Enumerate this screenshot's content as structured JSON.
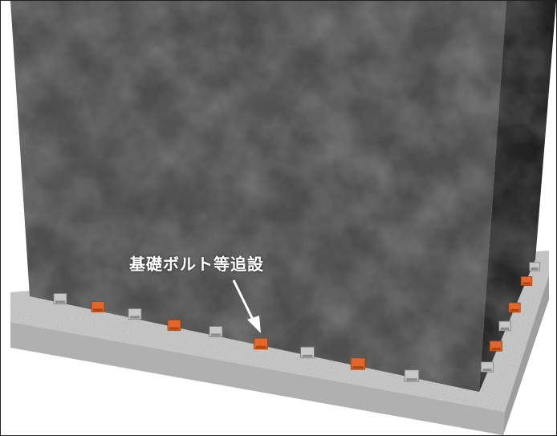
{
  "annotation": {
    "label": "基礎ボルト等追設"
  },
  "colors": {
    "background": "#ffffff",
    "wall": "#4b4b4b",
    "foundation": "#b9b9b9",
    "added_bolt": "#e3672a",
    "existing_bolt": "#c8c8c8",
    "label_text": "#ffffff"
  },
  "bolts": [
    {
      "type": "existing"
    },
    {
      "type": "added"
    },
    {
      "type": "existing"
    },
    {
      "type": "added"
    },
    {
      "type": "existing"
    },
    {
      "type": "added"
    },
    {
      "type": "existing"
    },
    {
      "type": "added"
    },
    {
      "type": "existing"
    },
    {
      "type": "existing"
    },
    {
      "type": "added"
    },
    {
      "type": "added"
    },
    {
      "type": "existing"
    },
    {
      "type": "added"
    },
    {
      "type": "existing"
    }
  ]
}
